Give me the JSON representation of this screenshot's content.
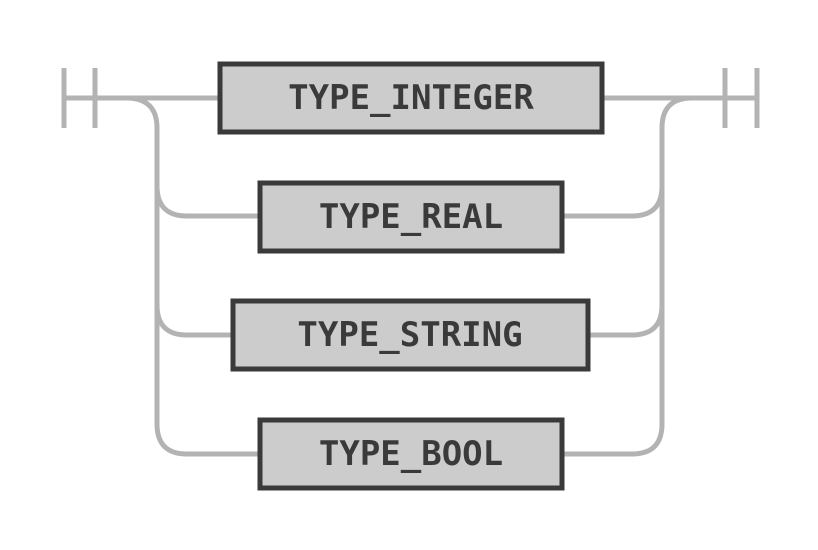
{
  "diagram": {
    "type": "railroad",
    "choices": [
      {
        "label": "TYPE_INTEGER"
      },
      {
        "label": "TYPE_REAL"
      },
      {
        "label": "TYPE_STRING"
      },
      {
        "label": "TYPE_BOOL"
      }
    ],
    "colors": {
      "rail": "#b3b3b3",
      "box_fill": "#cccccc",
      "box_stroke": "#3a3a3a",
      "text": "#3a3a3a"
    }
  }
}
